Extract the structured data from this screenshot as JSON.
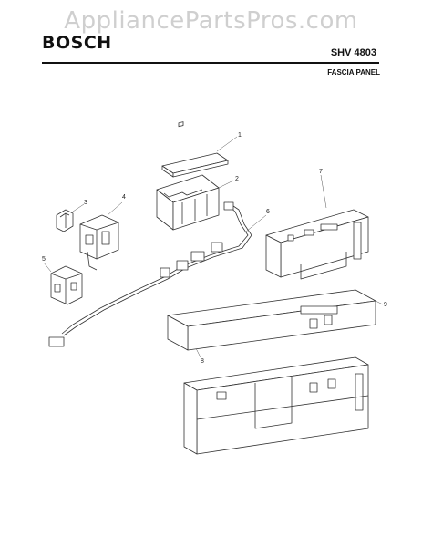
{
  "watermark": "AppliancePartsPros.com",
  "header": {
    "brand": "BOSCH",
    "model": "SHV 4803",
    "section_title": "FASCIA PANEL"
  },
  "callouts": [
    "1",
    "2",
    "3",
    "4",
    "5",
    "6",
    "7",
    "8",
    "9"
  ]
}
